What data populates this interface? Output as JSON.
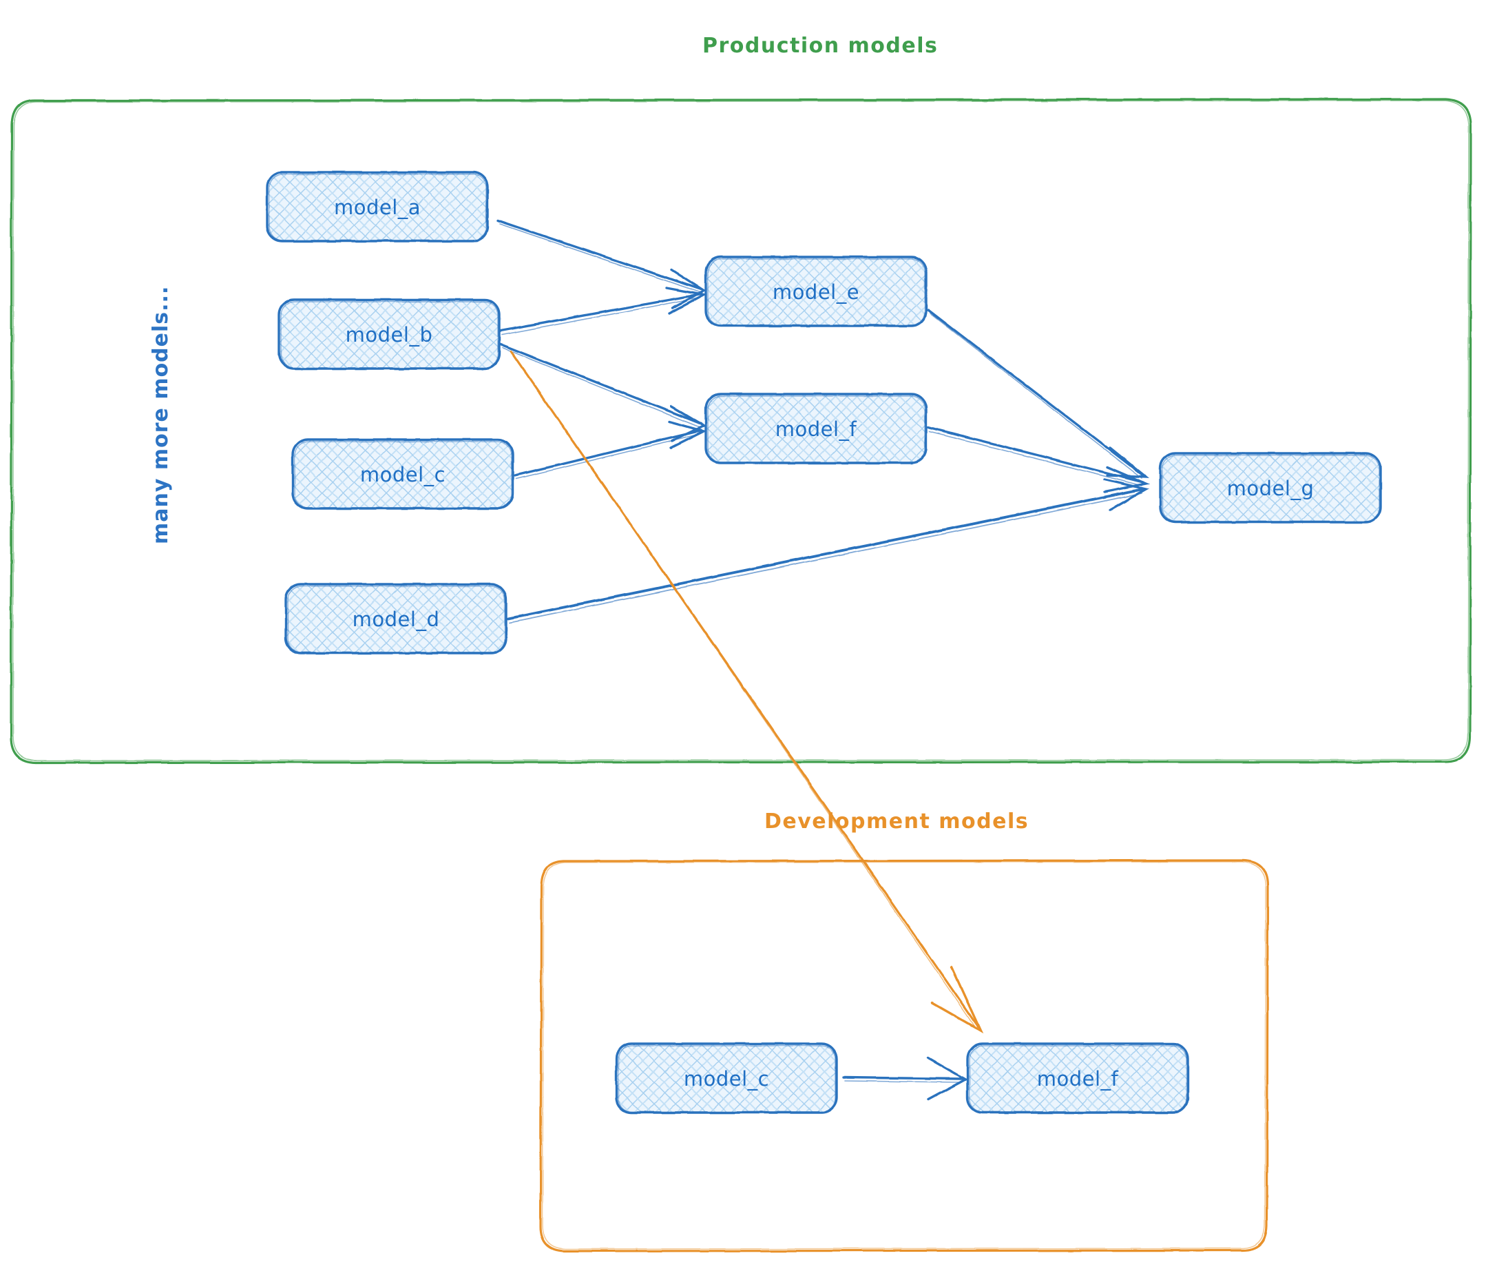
{
  "diagram": {
    "title_production": "Production models",
    "title_development": "Development models",
    "side_note": "many more models...",
    "colors": {
      "production_border": "#3f9e4d",
      "development_border": "#e8912a",
      "node_border": "#2b72bd",
      "node_fill": "#d6e8f8",
      "node_text": "#1f6fc4",
      "edge_blue": "#2b72bd",
      "edge_orange": "#e8912a",
      "background": "#ffffff"
    },
    "groups": [
      {
        "id": "production",
        "label": "Production models",
        "accent": "#3f9e4d",
        "nodes": [
          "model_a",
          "model_b",
          "model_c",
          "model_d",
          "model_e",
          "model_f",
          "model_g"
        ]
      },
      {
        "id": "development",
        "label": "Development models",
        "accent": "#e8912a",
        "nodes": [
          "model_c",
          "model_f"
        ]
      }
    ],
    "nodes": [
      {
        "id": "prod_a",
        "label": "model_a",
        "group": "production"
      },
      {
        "id": "prod_b",
        "label": "model_b",
        "group": "production"
      },
      {
        "id": "prod_c",
        "label": "model_c",
        "group": "production"
      },
      {
        "id": "prod_d",
        "label": "model_d",
        "group": "production"
      },
      {
        "id": "prod_e",
        "label": "model_e",
        "group": "production"
      },
      {
        "id": "prod_f",
        "label": "model_f",
        "group": "production"
      },
      {
        "id": "prod_g",
        "label": "model_g",
        "group": "production"
      },
      {
        "id": "dev_c",
        "label": "model_c",
        "group": "development"
      },
      {
        "id": "dev_f",
        "label": "model_f",
        "group": "development"
      }
    ],
    "edges": [
      {
        "from": "prod_a",
        "to": "prod_e",
        "color": "blue"
      },
      {
        "from": "prod_b",
        "to": "prod_e",
        "color": "blue"
      },
      {
        "from": "prod_b",
        "to": "prod_f",
        "color": "blue"
      },
      {
        "from": "prod_c",
        "to": "prod_f",
        "color": "blue"
      },
      {
        "from": "prod_e",
        "to": "prod_g",
        "color": "blue"
      },
      {
        "from": "prod_f",
        "to": "prod_g",
        "color": "blue"
      },
      {
        "from": "prod_d",
        "to": "prod_g",
        "color": "blue"
      },
      {
        "from": "prod_b",
        "to": "dev_f",
        "color": "orange"
      },
      {
        "from": "dev_c",
        "to": "dev_f",
        "color": "blue"
      }
    ]
  }
}
